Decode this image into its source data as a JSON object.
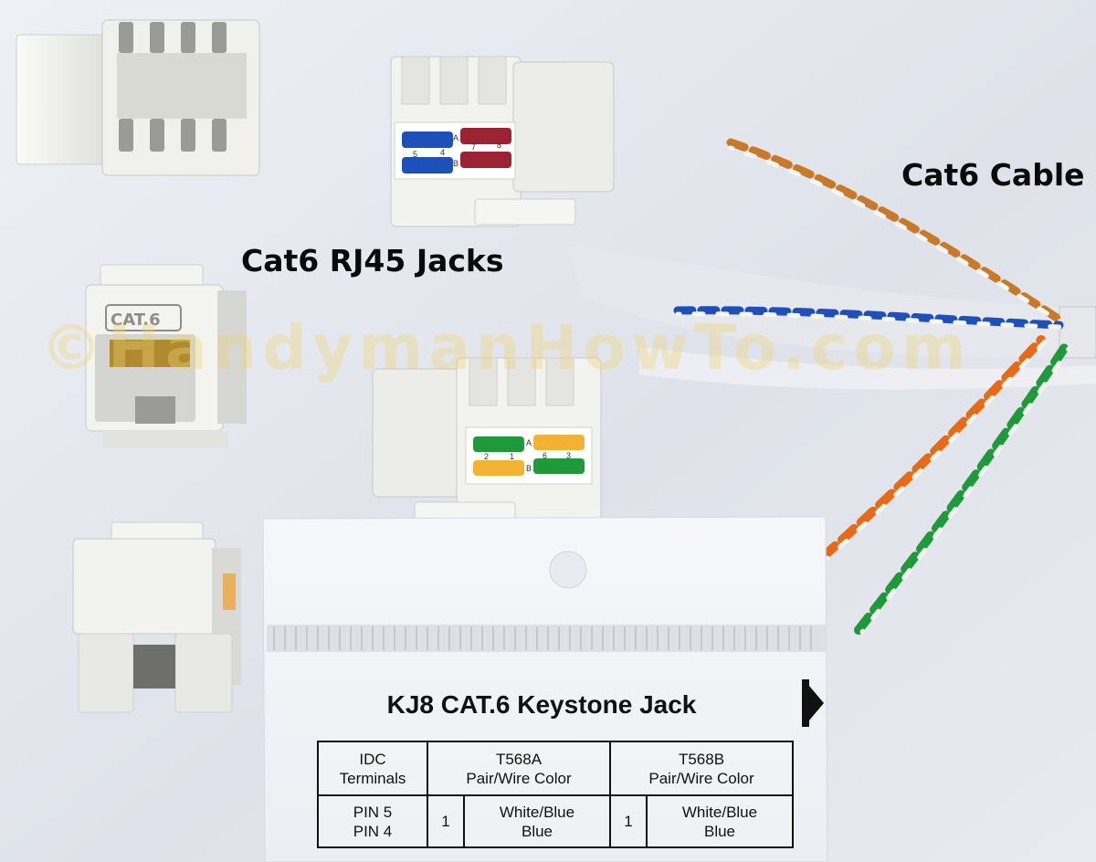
{
  "captions": {
    "cable": "Cat6 Cable",
    "jacks": "Cat6 RJ45 Jacks"
  },
  "watermark": "©HandymanHowTo.com",
  "jack_labels": {
    "standard_a": "A",
    "standard_b": "B",
    "top_jack_pins": [
      "5",
      "4",
      "7",
      "8"
    ],
    "bottom_jack_pins": [
      "2",
      "1",
      "6",
      "3"
    ],
    "cat_badge": "CAT.6"
  },
  "package": {
    "title": "KJ8 CAT.6 Keystone Jack",
    "headers": {
      "col1": [
        "IDC",
        "Terminals"
      ],
      "col2": [
        "T568A",
        "Pair/Wire Color"
      ],
      "col3": [
        "T568B",
        "Pair/Wire Color"
      ]
    },
    "rows": [
      {
        "pins": [
          "PIN 5",
          "PIN 4"
        ],
        "a_pair": "1",
        "a_colors": [
          "White/Blue",
          "Blue"
        ],
        "b_pair": "1",
        "b_colors": [
          "White/Blue",
          "Blue"
        ]
      }
    ]
  },
  "colors": {
    "blue": "#1f4fb8",
    "orange": "#e86a17",
    "green": "#1f9a3a",
    "brown_orange": "#c87a2a",
    "maroon": "#9b2333",
    "amber": "#f2b233",
    "jack_white": "#f1f1ef"
  }
}
